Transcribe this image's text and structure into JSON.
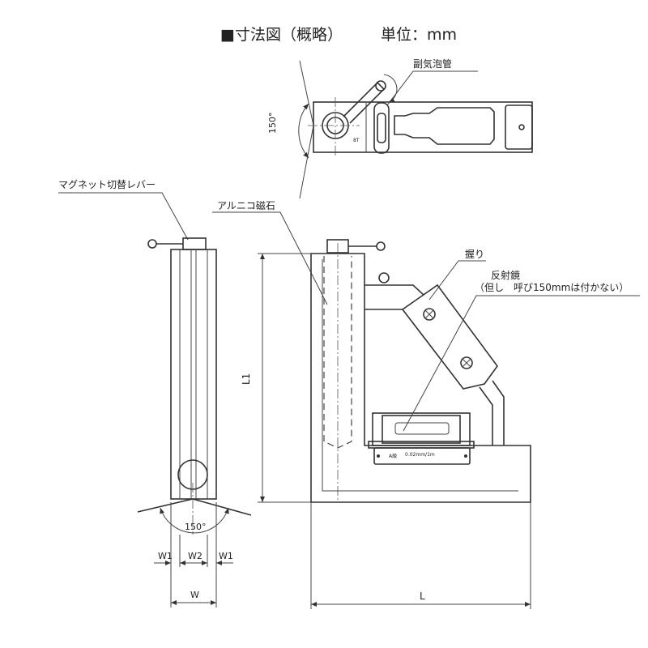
{
  "header": {
    "title": "■寸法図（概略）",
    "unit": "単位：mm"
  },
  "labels": {
    "sub_vial": "副気泡管",
    "top_angle": "150°",
    "lever": "マグネット切替レバー",
    "magnet": "アルニコ磁石",
    "grip": "握り",
    "mirror": "反射鏡",
    "mirror_note": "（但し　呼び150mmは付かない）",
    "side_angle": "150°"
  },
  "dimensions": {
    "L1": "L1",
    "L": "L",
    "W": "W",
    "W1_left": "W1",
    "W2": "W2",
    "W1_right": "W1"
  },
  "level_plate": {
    "grade": "A級",
    "sensitivity": "0.02mm/1m"
  }
}
